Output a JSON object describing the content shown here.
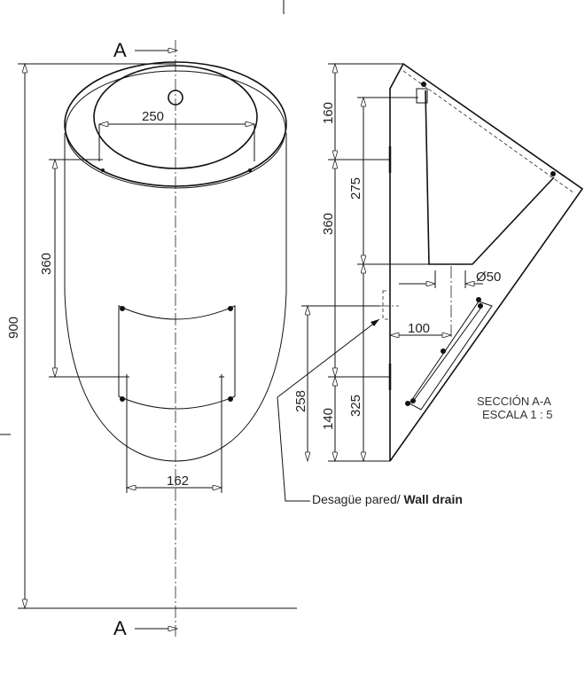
{
  "section_marks": {
    "top": "A",
    "bottom": "A"
  },
  "front_view": {
    "dim_total_height": "900",
    "dim_fixing_vertical": "360",
    "dim_bowl_width": "250",
    "dim_fixing_horizontal": "162"
  },
  "section_view": {
    "dim_top": "160",
    "dim_upper_fixing": "275",
    "dim_middle": "360",
    "dim_drain_height": "258",
    "dim_bottom": "140",
    "dim_lower_fixing": "325",
    "dim_outlet_diameter": "Ø50",
    "dim_outlet_offset": "100",
    "title": "SECCIÓN A-A",
    "scale": "ESCALA 1 : 5"
  },
  "callout": {
    "label_es": "Desagüe pared/ ",
    "label_en": "Wall drain"
  }
}
